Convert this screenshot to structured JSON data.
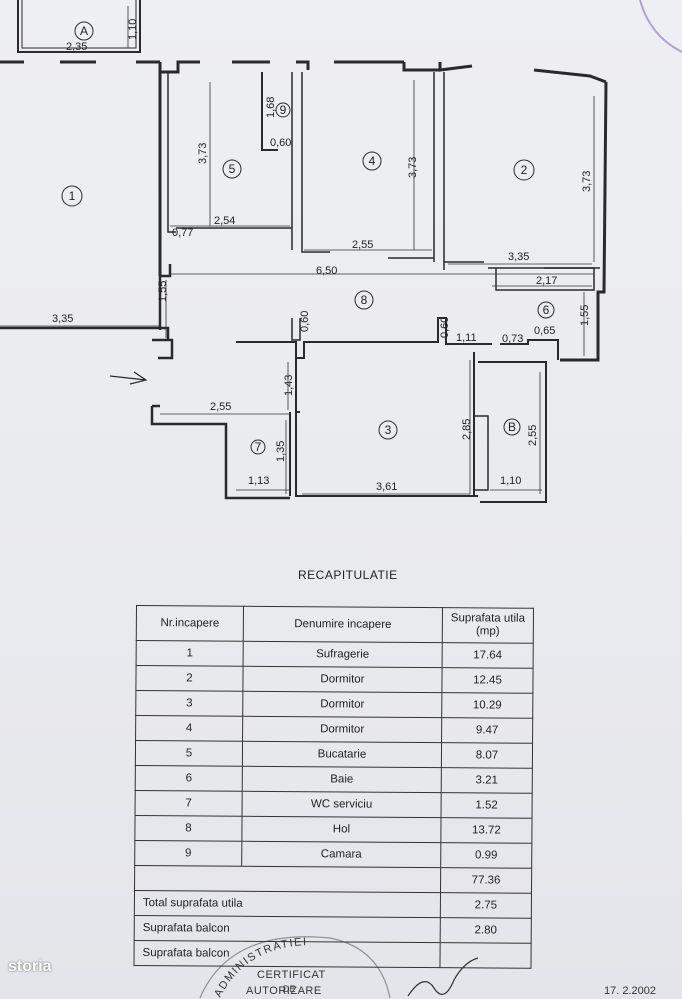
{
  "plan": {
    "rooms": [
      {
        "id": "1",
        "label": "1"
      },
      {
        "id": "2",
        "label": "2"
      },
      {
        "id": "3",
        "label": "3"
      },
      {
        "id": "4",
        "label": "4"
      },
      {
        "id": "5",
        "label": "5"
      },
      {
        "id": "6",
        "label": "6"
      },
      {
        "id": "7",
        "label": "7"
      },
      {
        "id": "8",
        "label": "8"
      },
      {
        "id": "9",
        "label": "9"
      },
      {
        "id": "A",
        "label": "A"
      },
      {
        "id": "B",
        "label": "B"
      }
    ],
    "dims": [
      "2,35",
      "1,10",
      "3,73",
      "1,68",
      "0,60",
      "3,73",
      "3,73",
      "0,77",
      "2,54",
      "2,55",
      "3,35",
      "6,50",
      "2,17",
      "1,55",
      "3,35",
      "1,55",
      "0,60",
      "0,60",
      "1,11",
      "0,73",
      "0,65",
      "1,43",
      "2,55",
      "2,85",
      "2,55",
      "1,35",
      "1,13",
      "3,61",
      "1,10"
    ]
  },
  "recap": {
    "title": "RECAPITULATIE",
    "headers": [
      "Nr.incapere",
      "Denumire incapere",
      "Suprafata utila (mp)"
    ],
    "rows": [
      {
        "nr": "1",
        "name": "Sufragerie",
        "area": "17.64"
      },
      {
        "nr": "2",
        "name": "Dormitor",
        "area": "12.45"
      },
      {
        "nr": "3",
        "name": "Dormitor",
        "area": "10.29"
      },
      {
        "nr": "4",
        "name": "Dormitor",
        "area": "9.47"
      },
      {
        "nr": "5",
        "name": "Bucatarie",
        "area": "8.07"
      },
      {
        "nr": "6",
        "name": "Baie",
        "area": "3.21"
      },
      {
        "nr": "7",
        "name": "WC serviciu",
        "area": "1.52"
      },
      {
        "nr": "8",
        "name": "Hol",
        "area": "13.72"
      },
      {
        "nr": "9",
        "name": "Camara",
        "area": "0.99"
      }
    ],
    "totals": [
      {
        "label": "",
        "value": "77.36"
      },
      {
        "label": "Total suprafata utila",
        "value": "2.75"
      },
      {
        "label": "Suprafata balcon",
        "value": "2.80"
      },
      {
        "label": "Suprafata balcon",
        "value": ""
      }
    ]
  },
  "stamp": {
    "line1": "CERTIFICAT",
    "line2": "DE",
    "line3": "AUTORIZARE",
    "arc": "ADMINISTRATIEI"
  },
  "date_text": "17. 2.2002",
  "brand": "storia"
}
